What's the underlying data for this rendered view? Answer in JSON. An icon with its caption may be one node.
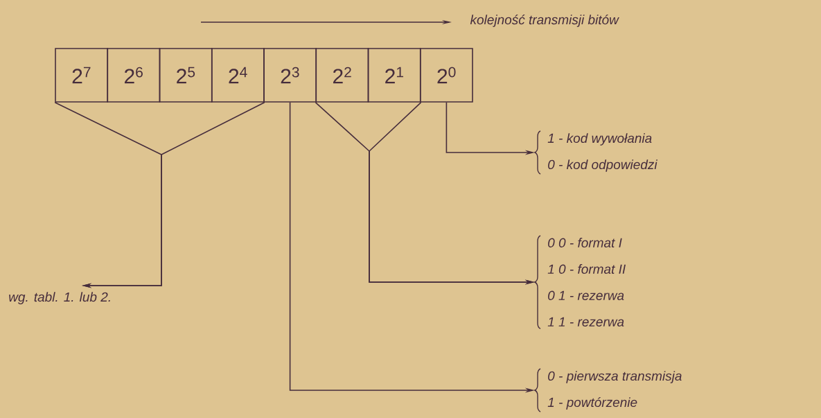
{
  "diagram": {
    "nodes": [
      {
        "text": [
          "2$^{7}$"
        ]
      },
      {
        "text": [
          "2$^{6}$"
        ]
      },
      {
        "text": [
          "2$^{5}$"
        ]
      },
      {
        "text": [
          "2$^{4}$"
        ]
      },
      {
        "text": [
          "2$^{3}$"
        ]
      },
      {
        "text": [
          "2$^{2}$"
        ]
      },
      {
        "text": [
          "2$^{1}$"
        ]
      },
      {
        "text": [
          "2$^{0}$"
        ]
      },
      {
        "text": [
          "wg. tabl. 1. lub 2."
        ]
      },
      {
        "text": [
          "1 - kod wywołania",
          "0 - kod odpowiedzi"
        ]
      },
      {
        "text": [
          "0 0 - format I",
          "1 0 - format II",
          "0 1 - rezerwa",
          "1 1 - rezerwa"
        ]
      },
      {
        "text": [
          "0 - pierwsza transmisja",
          "1 - powtórzenie"
        ]
      }
    ],
    "edges": [
      {
        "from": 0,
        "to": 8,
        "arrow": "to"
      },
      {
        "from": 3,
        "to": 8,
        "arrow": "to"
      },
      {
        "from": 5,
        "to": 10,
        "arrow": "to"
      },
      {
        "from": 6,
        "to": 10,
        "arrow": "to"
      },
      {
        "from": 4,
        "to": 11,
        "arrow": "to"
      },
      {
        "from": 7,
        "to": 9,
        "arrow": "to"
      }
    ],
    "labels": [
      "kolejność transmisji bitów"
    ]
  }
}
